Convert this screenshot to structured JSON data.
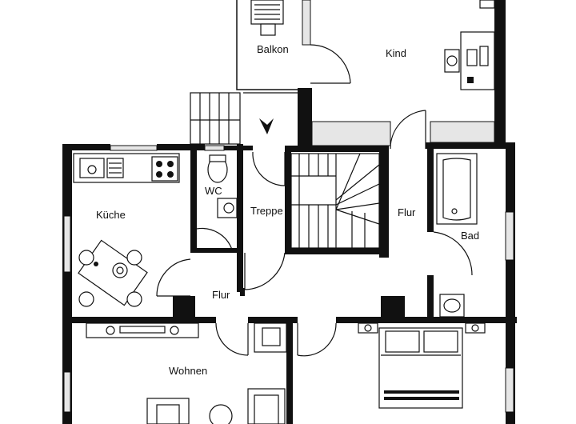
{
  "rooms": {
    "balkon": "Balkon",
    "kind": "Kind",
    "kueche": "Küche",
    "wc": "WC",
    "treppe": "Treppe",
    "flur_right": "Flur",
    "bad": "Bad",
    "flur_left": "Flur",
    "wohnen": "Wohnen"
  },
  "colors": {
    "wall": "#111111",
    "background": "#ffffff",
    "window": "#e6e6e6"
  }
}
